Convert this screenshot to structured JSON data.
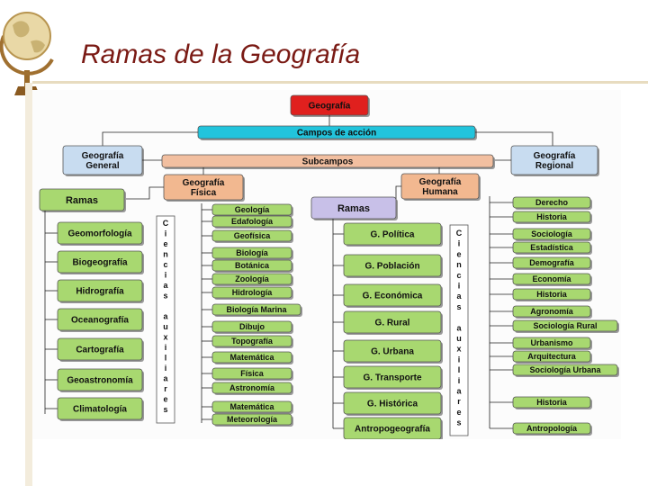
{
  "slide": {
    "title": "Ramas de la Geografía"
  },
  "diagram": {
    "root": "Geografía",
    "campos": "Campos de acción",
    "subcampos": "Subcampos",
    "general": [
      "Geografía",
      "General"
    ],
    "regional": [
      "Geografía",
      "Regional"
    ],
    "fisica": [
      "Geografía",
      "Física"
    ],
    "humana": [
      "Geografía",
      "Humana"
    ],
    "ramas_left": "Ramas",
    "ramas_mid": "Ramas",
    "physical_branches": [
      "Geomorfología",
      "Biogeografía",
      "Hidrografía",
      "Oceanografía",
      "Cartografía",
      "Geoastronomía",
      "Climatología"
    ],
    "physical_aux": [
      "Geología",
      "Edafología",
      "Geofísica",
      "Biología",
      "Botánica",
      "Zoología",
      "Hidrología",
      "Biología Marina",
      "Dibujo",
      "Topografía",
      "Matemática",
      "Física",
      "Astronomía",
      "Matemática",
      "Meteorología"
    ],
    "human_branches": [
      "G. Política",
      "G. Población",
      "G. Económica",
      "G. Rural",
      "G. Urbana",
      "G. Transporte",
      "G. Histórica",
      "Antropogeografía"
    ],
    "human_aux": [
      "Derecho",
      "Historia",
      "Sociología",
      "Estadística",
      "Demografía",
      "Economía",
      "Historia",
      "Agronomía",
      "Sociología Rural",
      "Urbanismo",
      "Arquitectura",
      "Sociología Urbana",
      "Historia",
      "Antropología"
    ],
    "vertical_label": [
      "C",
      "i",
      "e",
      "n",
      "c",
      "i",
      "a",
      "s",
      "",
      "a",
      "u",
      "x",
      "i",
      "l",
      "i",
      "a",
      "r",
      "e",
      "s"
    ]
  },
  "colors": {
    "root_fill": "#e0201e",
    "campos_fill": "#22c4dc",
    "subcampos_fill": "#f2bfa0",
    "fisica_fill": "#f2b890",
    "humana_fill": "#f2b890",
    "general_fill": "#c8dcf0",
    "ramas_left_fill": "#a8d870",
    "ramas_mid_fill": "#c8c0e8",
    "box_fill": "#a8d870",
    "title_color": "#7a1a14"
  }
}
